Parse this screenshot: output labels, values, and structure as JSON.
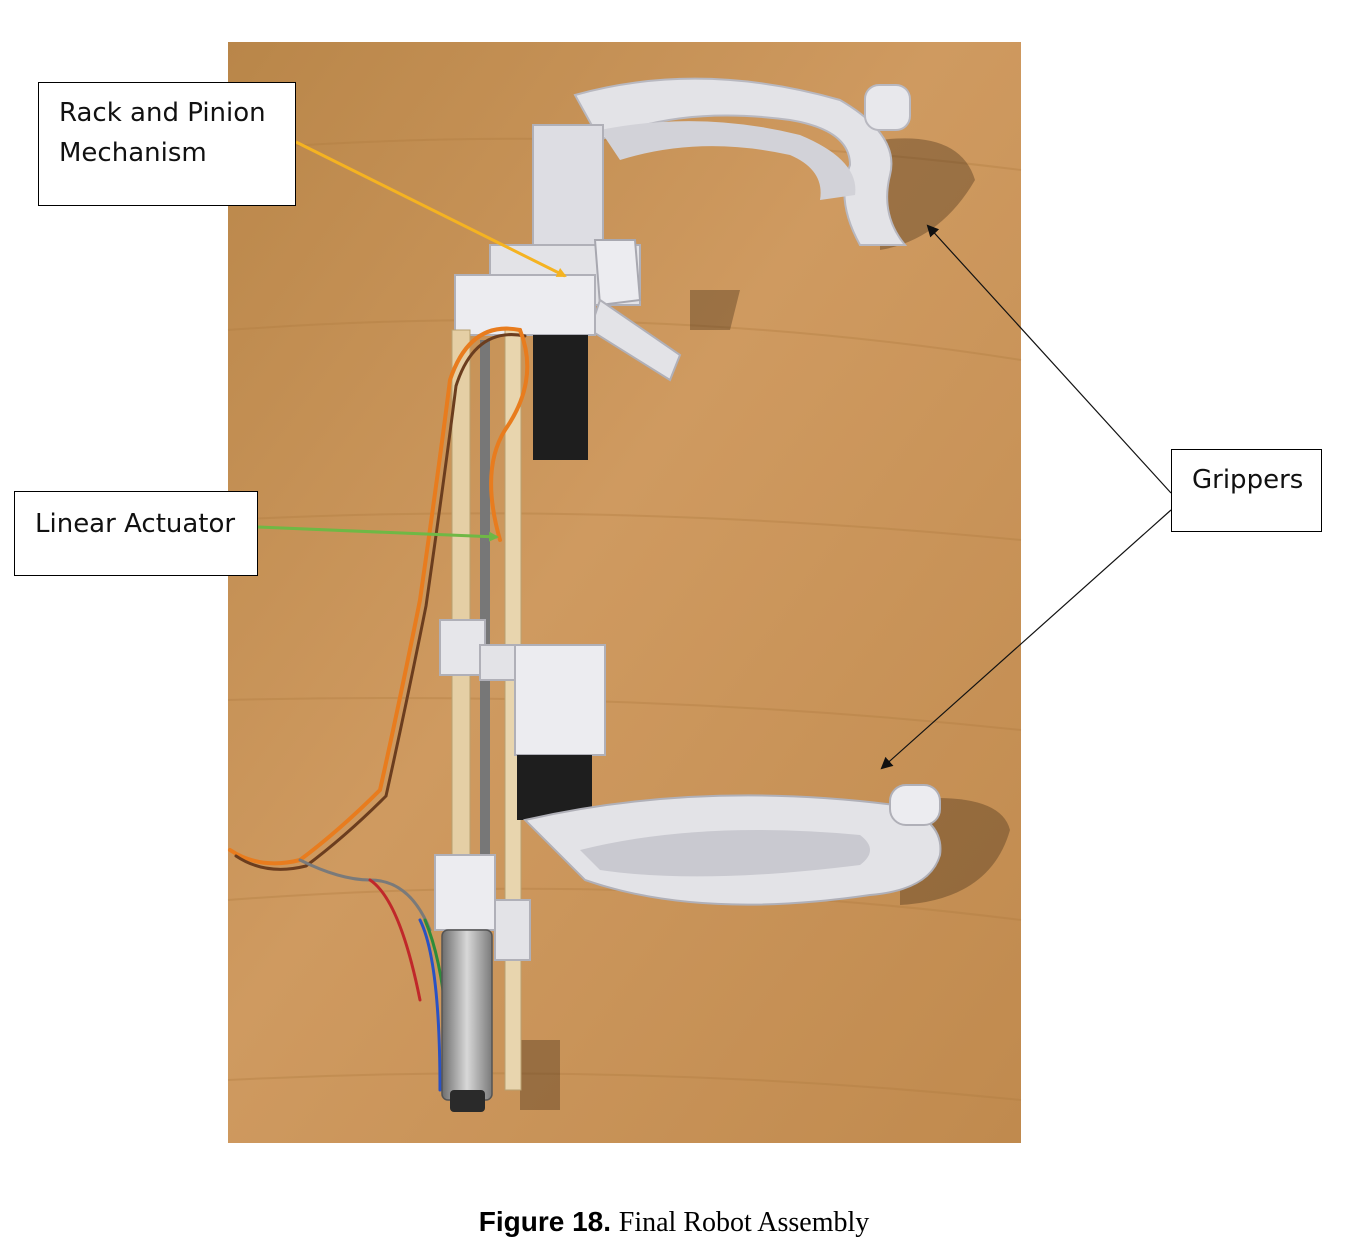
{
  "figure": {
    "label": "Figure 18.",
    "caption": "Final Robot Assembly"
  },
  "callouts": {
    "rack_pinion_line1": "Rack and Pinion",
    "rack_pinion_line2": "Mechanism",
    "linear_actuator": "Linear Actuator",
    "grippers": "Grippers"
  },
  "colors": {
    "table_wood": "#c9955c",
    "printed_parts": "#e3e3e7",
    "arrow_rack": "#f5b321",
    "arrow_linear": "#6fb845",
    "arrow_grippers": "#111111"
  }
}
